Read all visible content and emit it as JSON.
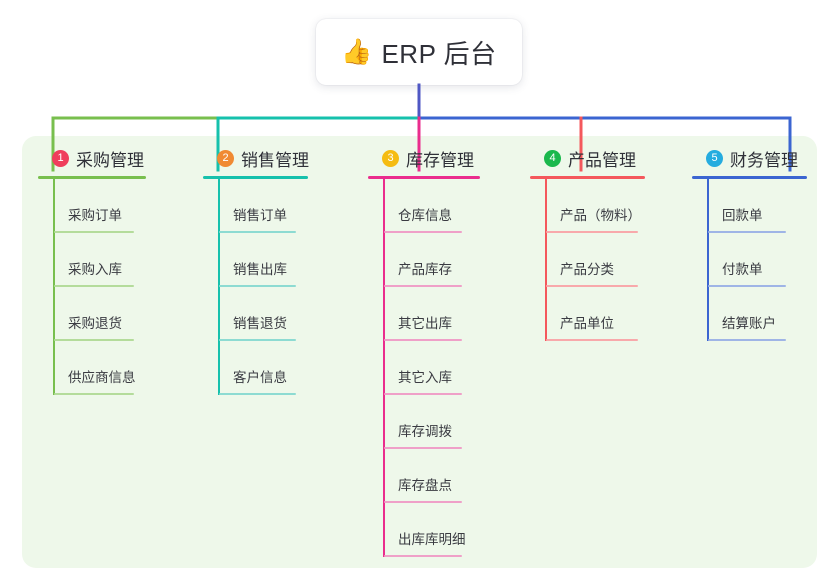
{
  "diagram": {
    "type": "mind-map",
    "title": "ERP 后台",
    "background_color": "#ffffff",
    "panel_color": "#eef8ea",
    "root": {
      "icon": "thumbs-up-icon",
      "icon_glyph": "👍",
      "label": "ERP 后台",
      "stem_color": "#4f57c4"
    },
    "branches": [
      {
        "number": "1",
        "badge_color": "#ef3e5c",
        "line_color": "#78bf4e",
        "sub_line_color": "#b4dc9b",
        "title": "采购管理",
        "items": [
          "采购订单",
          "采购入库",
          "采购退货",
          "供应商信息"
        ]
      },
      {
        "number": "2",
        "badge_color": "#f08a33",
        "line_color": "#16c1ac",
        "sub_line_color": "#8ddbd2",
        "title": "销售管理",
        "items": [
          "销售订单",
          "销售出库",
          "销售退货",
          "客户信息"
        ]
      },
      {
        "number": "3",
        "badge_color": "#f5bc12",
        "line_color": "#ea2d8d",
        "sub_line_color": "#efa0c8",
        "title": "库存管理",
        "items": [
          "仓库信息",
          "产品库存",
          "其它出库",
          "其它入库",
          "库存调拨",
          "库存盘点",
          "出库库明细"
        ]
      },
      {
        "number": "4",
        "badge_color": "#1ab84c",
        "line_color": "#f4585c",
        "sub_line_color": "#f8a9ab",
        "title": "产品管理",
        "items": [
          "产品（物料）",
          "产品分类",
          "产品单位"
        ]
      },
      {
        "number": "5",
        "badge_color": "#25acdf",
        "line_color": "#3b65d1",
        "sub_line_color": "#9fb5e6",
        "title": "财务管理",
        "items": [
          "回款单",
          "付款单",
          "结算账户"
        ]
      }
    ]
  }
}
